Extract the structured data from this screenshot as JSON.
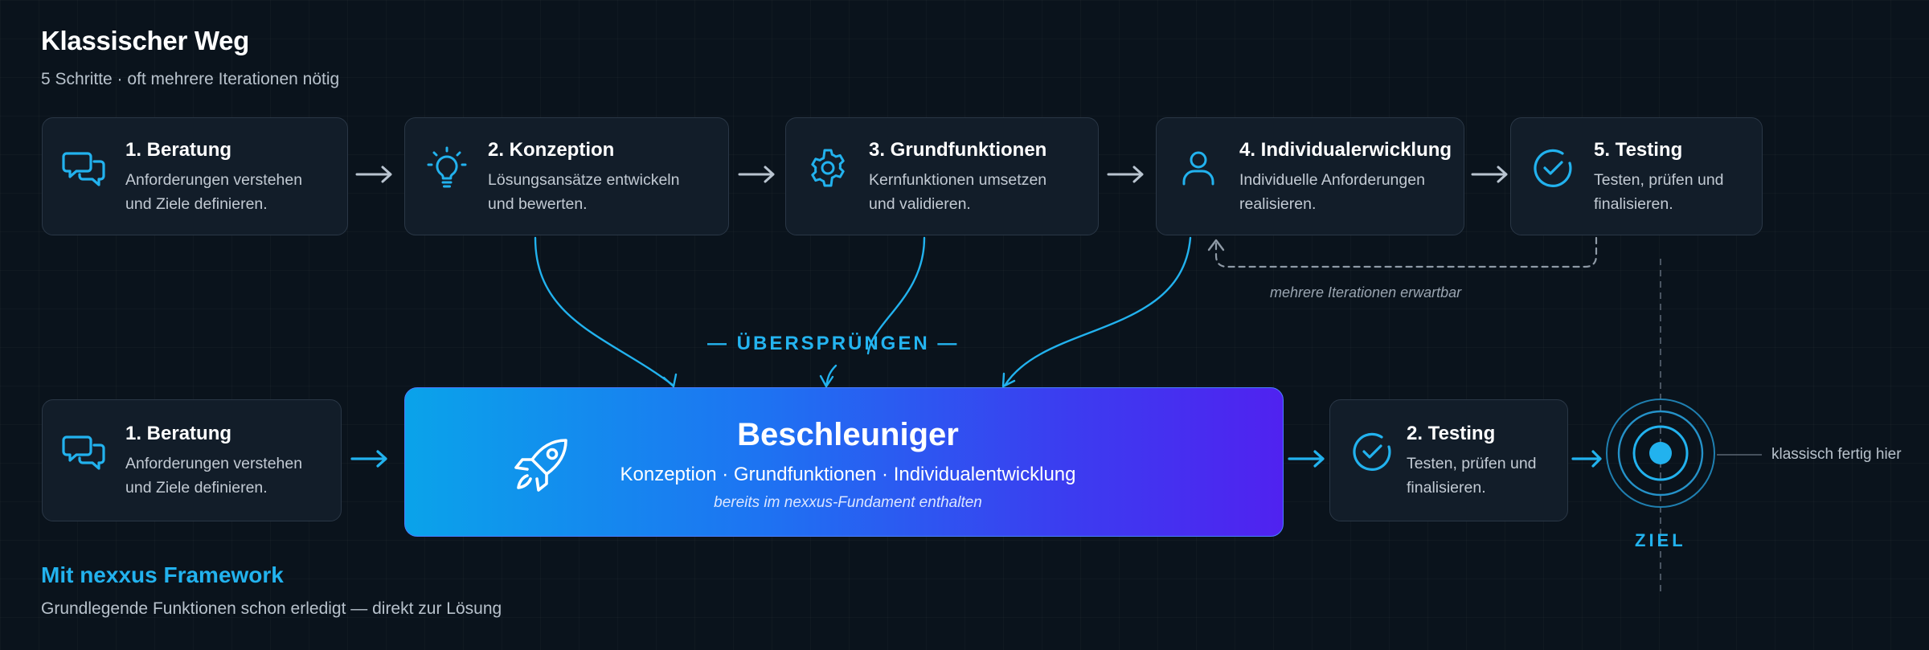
{
  "classic": {
    "title": "Klassischer Weg",
    "subtitle": "5 Schritte · oft mehrere Iterationen nötig",
    "steps": [
      {
        "title": "1. Beratung",
        "line1": "Anforderungen verstehen",
        "line2": "und Ziele definieren.",
        "icon": "chat-bubbles-icon"
      },
      {
        "title": "2. Konzeption",
        "line1": "Lösungsansätze entwickeln",
        "line2": "und bewerten.",
        "icon": "lightbulb-icon"
      },
      {
        "title": "3. Grundfunktionen",
        "line1": "Kernfunktionen umsetzen",
        "line2": "und validieren.",
        "icon": "gear-icon"
      },
      {
        "title": "4. Individualerwicklung",
        "line1": "Individuelle Anforderungen",
        "line2": "realisieren.",
        "icon": "user-icon"
      },
      {
        "title": "5. Testing",
        "line1": "Testen, prüfen und",
        "line2": "finalisieren.",
        "icon": "check-circle-icon"
      }
    ],
    "iteration_label": "mehrere Iterationen erwartbar"
  },
  "skipped_label": "— ÜBERSPRÜNGEN —",
  "nexxus": {
    "title": "Mit nexxus Framework",
    "subtitle": "Grundlegende Funktionen schon erledigt — direkt zur Lösung",
    "step1": {
      "title": "1. Beratung",
      "line1": "Anforderungen verstehen",
      "line2": "und Ziele definieren.",
      "icon": "chat-bubbles-icon"
    },
    "accelerator": {
      "title": "Beschleuniger",
      "subtitle": "Konzeption · Grundfunktionen · Individualentwicklung",
      "note": "bereits im nexxus-Fundament enthalten",
      "icon": "rocket-icon"
    },
    "step2": {
      "title": "2. Testing",
      "line1": "Testen, prüfen und",
      "line2": "finalisieren.",
      "icon": "check-circle-icon"
    }
  },
  "goal": {
    "label": "ZIEL",
    "classic_done_label": "klassisch fertig hier",
    "icon": "target-icon"
  },
  "colors": {
    "background": "#0a131c",
    "card": "#121d29",
    "accent_cyan": "#22b2ee",
    "accent_violet": "#5022f0",
    "arrow": "#b9c4d0"
  }
}
